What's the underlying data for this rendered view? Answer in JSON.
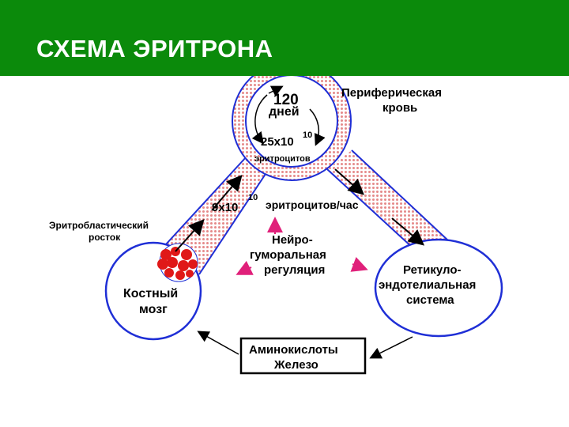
{
  "slide": {
    "title": "СХЕМА ЭРИТРОНА"
  },
  "diagram": {
    "periphery_label_line1": "Периферическая",
    "periphery_label_line2": "кровь",
    "days_value": "120",
    "days_label": "дней",
    "pool_base": "25х10",
    "pool_exp": "10",
    "pool_unit": "эритроцитов",
    "rate_base": "9х10",
    "rate_exp": "10",
    "rate_unit": "эритроцитов/час",
    "erythroblast_line1": "Эритробластический",
    "erythroblast_line2": "росток",
    "bone_marrow_line1": "Костный",
    "bone_marrow_line2": "мозг",
    "neuro_line1": "Нейро-",
    "neuro_line2": "гуморальная",
    "neuro_line3": "регуляция",
    "res_line1": "Ретикуло-",
    "res_line2": "эндотелиальная",
    "res_line3": "система",
    "amino_line1": "Аминокислоты",
    "amino_line2": "Железо"
  },
  "colors": {
    "title_bg": "#0b8a0b",
    "title_text": "#ffffff",
    "outline": "#1f2fd6",
    "dots": "#e58a8a",
    "marrow_cells": "#e01818",
    "regulation_arrows": "#e0207a"
  }
}
